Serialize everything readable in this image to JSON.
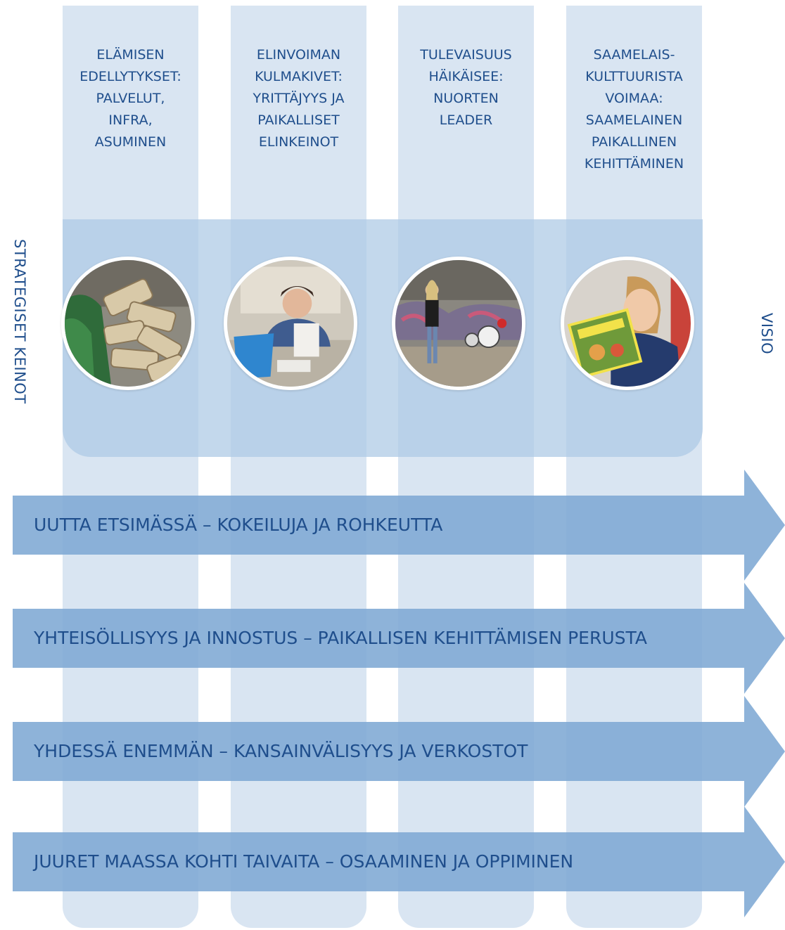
{
  "labels": {
    "left_vertical": "STRATEGISET KEINOT",
    "right_vertical": "VISIO"
  },
  "pillars": [
    {
      "title": "ELÄMISEN\nEDELLYTYKSET:\nPALVELUT,\nINFRA,\nASUMINEN",
      "photo": "firewood-photo"
    },
    {
      "title": "ELINVOIMAN\nKULMAKIVET:\nYRITTÄJYYS JA\nPAIKALLISET\nELINKEINOT",
      "photo": "craftswoman-photo"
    },
    {
      "title": "TULEVAISUUS\nHÄIKÄISEE:\nNUORTEN\nLEADER",
      "photo": "youth-band-photo"
    },
    {
      "title": "SAAMELAIS-\nKULTTUURISTA\nVOIMAA:\nSAAMELAINEN\nPAIKALLINEN\nKEHITTÄMINEN",
      "photo": "girl-reading-photo"
    }
  ],
  "arrows": [
    {
      "text": "UUTTA ETSIMÄSSÄ – KOKEILUJA JA ROHKEUTTA"
    },
    {
      "text": "YHTEISÖLLISYYS JA INNOSTUS – PAIKALLISEN KEHITTÄMISEN PERUSTA"
    },
    {
      "text": "YHDESSÄ ENEMMÄN  –  KANSAINVÄLISYYS JA VERKOSTOT"
    },
    {
      "text": "JUURET MAASSA KOHTI TAIVAITA –  OSAAMINEN JA OPPIMINEN"
    }
  ],
  "colors": {
    "pillar": "#d9e5f2",
    "band": "#acc9e5",
    "arrow": "#7ea8d4",
    "text": "#1f4e8c"
  }
}
